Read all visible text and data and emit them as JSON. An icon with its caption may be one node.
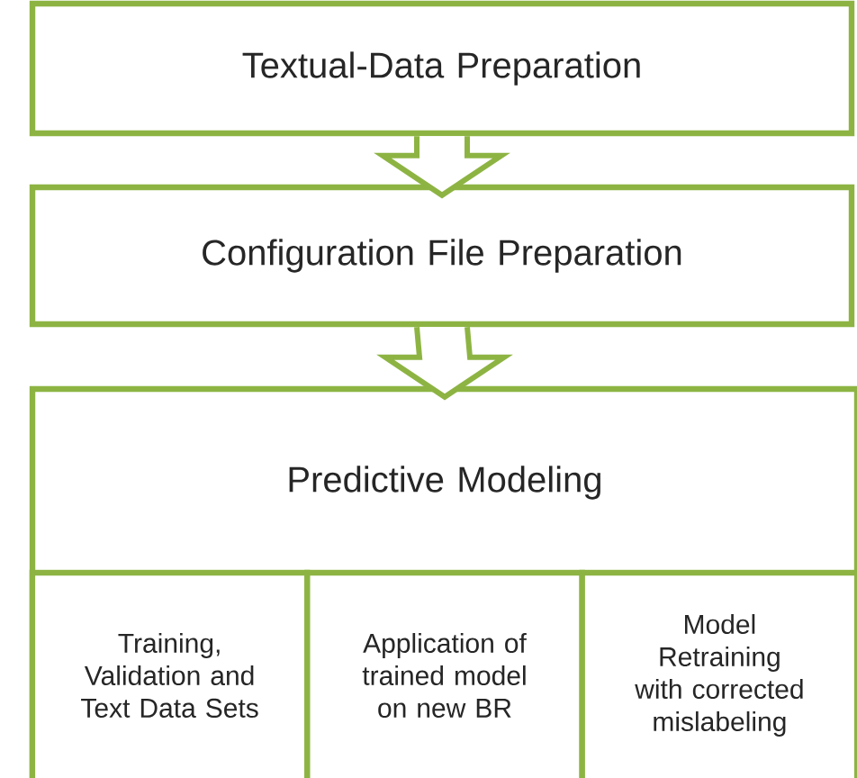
{
  "diagram": {
    "nodes": [
      {
        "text": [
          "Textual-Data Preparation"
        ]
      },
      {
        "text": [
          "Configuration File Preparation"
        ]
      },
      {
        "text": [
          "Predictive Modeling"
        ]
      },
      {
        "text": [
          "Training, Validation and Text Data Sets"
        ],
        "in": 2
      },
      {
        "text": [
          "Application of trained model on new BR"
        ],
        "in": 2
      },
      {
        "text": [
          "Model Retraining with corrected mislabeling"
        ],
        "in": 2
      }
    ],
    "edges": [
      {
        "from": 0,
        "to": 1,
        "arrow": "to"
      },
      {
        "from": 1,
        "to": 2,
        "arrow": "to"
      }
    ]
  }
}
